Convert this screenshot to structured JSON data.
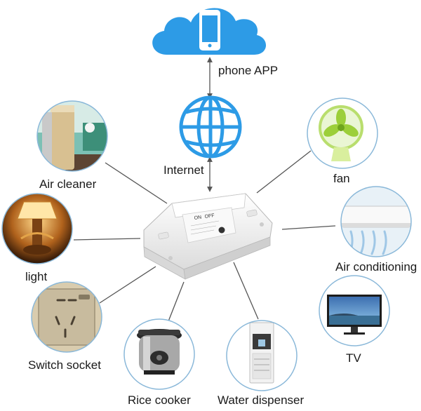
{
  "labels": {
    "phone_app": "phone APP",
    "internet": "Internet",
    "air_cleaner": "Air cleaner",
    "light": "light",
    "switch_socket": "Switch socket",
    "rice_cooker": "Rice cooker",
    "water_dispenser": "Water dispenser",
    "tv": "TV",
    "air_conditioning": "Air conditioning",
    "fan": "fan"
  },
  "device_markings": {
    "on": "ON",
    "off": "OFF"
  },
  "colors": {
    "cloud_blue": "#2d9be6",
    "circle_border": "#8ab8d9",
    "line_gray": "#555555",
    "device_white": "#f4f4f4"
  },
  "icons": [
    "cloud-icon",
    "smartphone-icon",
    "globe-icon",
    "smart-switch-device"
  ]
}
